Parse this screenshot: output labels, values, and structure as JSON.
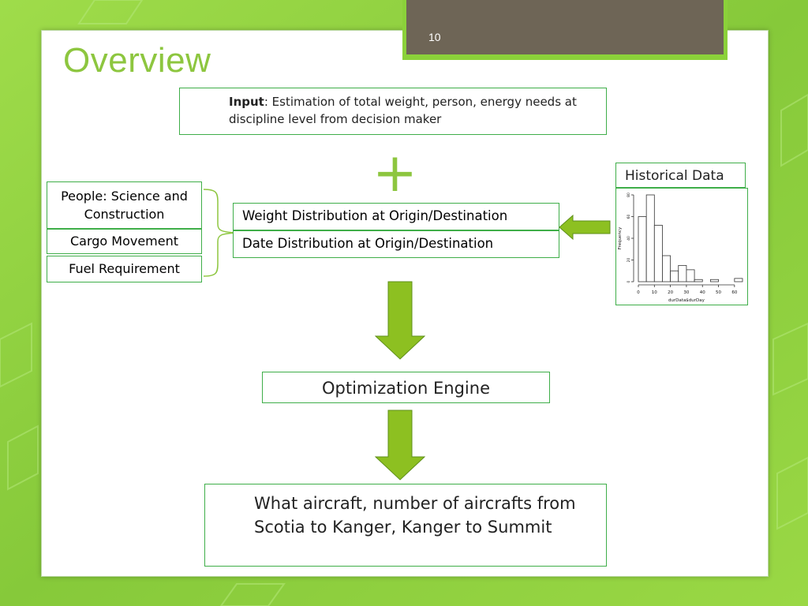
{
  "slide": {
    "number": "10",
    "title": "Overview"
  },
  "input_box": {
    "bold_label": "Input",
    "text": ": Estimation of total weight, person, energy needs at discipline level from decision maker"
  },
  "plus_symbol": "+",
  "left_items": [
    {
      "label": "People: Science and Construction"
    },
    {
      "label": "Cargo Movement"
    },
    {
      "label": "Fuel Requirement"
    }
  ],
  "distributions": {
    "weight": "Weight Distribution at Origin/Destination",
    "date": "Date Distribution at Origin/Destination"
  },
  "historical": {
    "label": "Historical Data",
    "chart_data": {
      "type": "bar",
      "ylabel": "Frequency",
      "xlabel": "durData$durDay",
      "x_ticks": [
        "0",
        "10",
        "20",
        "30",
        "40",
        "50",
        "60"
      ],
      "y_ticks": [
        "0",
        "20",
        "40",
        "60",
        "80"
      ],
      "xlim": [
        0,
        65
      ],
      "ylim": [
        0,
        80
      ],
      "bins": [
        {
          "x0": 0,
          "x1": 5,
          "value": 60
        },
        {
          "x0": 5,
          "x1": 10,
          "value": 80
        },
        {
          "x0": 10,
          "x1": 15,
          "value": 52
        },
        {
          "x0": 15,
          "x1": 20,
          "value": 24
        },
        {
          "x0": 20,
          "x1": 25,
          "value": 10
        },
        {
          "x0": 25,
          "x1": 30,
          "value": 15
        },
        {
          "x0": 30,
          "x1": 35,
          "value": 11
        },
        {
          "x0": 35,
          "x1": 40,
          "value": 2
        },
        {
          "x0": 40,
          "x1": 45,
          "value": 0
        },
        {
          "x0": 45,
          "x1": 50,
          "value": 2
        },
        {
          "x0": 50,
          "x1": 55,
          "value": 0
        },
        {
          "x0": 55,
          "x1": 60,
          "value": 0
        },
        {
          "x0": 60,
          "x1": 65,
          "value": 3
        }
      ]
    }
  },
  "engine": {
    "label": "Optimization Engine"
  },
  "output": {
    "text": "What aircraft, number of aircrafts from Scotia to Kanger, Kanger to Summit"
  },
  "colors": {
    "accent": "#8dc63f",
    "arrow_fill": "#8dc021",
    "box_border": "#3fae49",
    "background": "#8fd13a",
    "tab": "#6e6556"
  }
}
